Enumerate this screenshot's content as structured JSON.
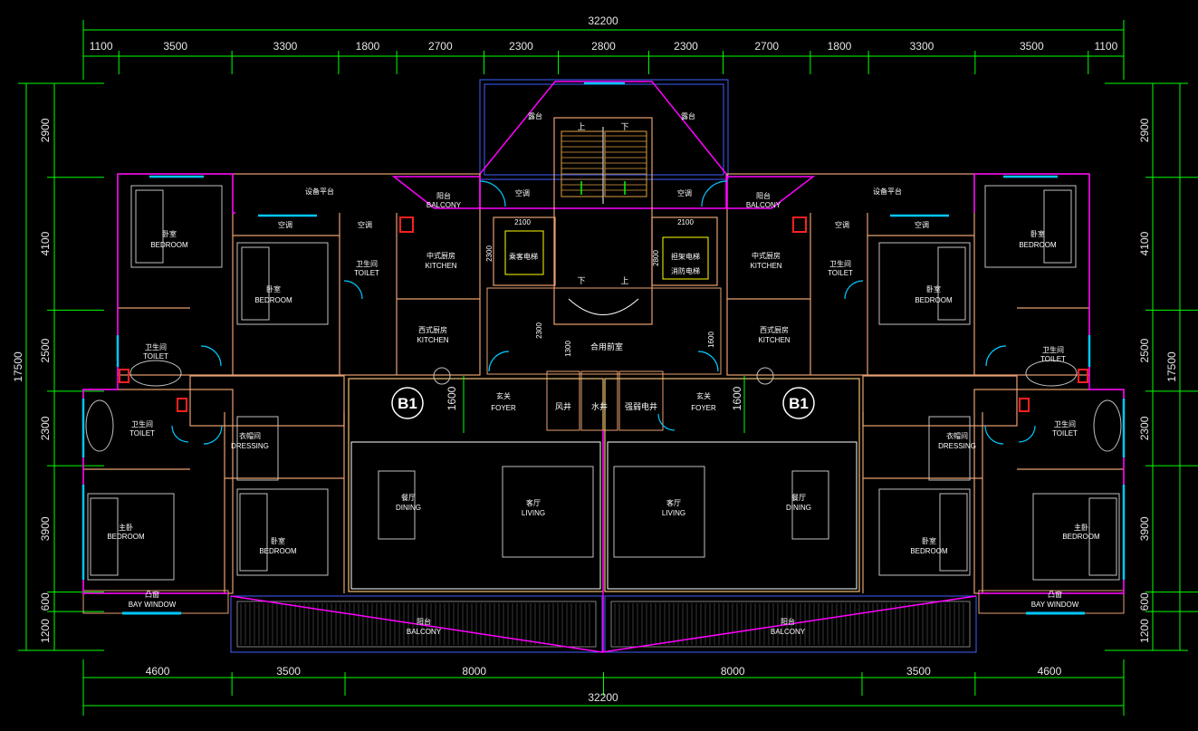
{
  "dims_top": {
    "total": "32200",
    "segments": [
      "1100",
      "3500",
      "3300",
      "1800",
      "2700",
      "2300",
      "2800",
      "2300",
      "2700",
      "1800",
      "3300",
      "3500",
      "1100"
    ]
  },
  "dims_bottom": {
    "total": "32200",
    "segments": [
      "4600",
      "3500",
      "8000",
      "8000",
      "3500",
      "4600"
    ]
  },
  "dims_left": {
    "total": "17500",
    "segments": [
      "2900",
      "4100",
      "2500",
      "2300",
      "3900",
      "600",
      "1200"
    ]
  },
  "dims_right": {
    "total": "17500",
    "segments": [
      "2900",
      "4100",
      "2500",
      "2300",
      "3900",
      "600",
      "1200"
    ]
  },
  "inner_dims": [
    "2100",
    "2100",
    "2300",
    "2800",
    "2300",
    "1300",
    "1600",
    "1600",
    "1600"
  ],
  "unit_label": "B1",
  "rooms": {
    "bedroom_cn": "卧室",
    "bedroom_en": "BEDROOM",
    "master_cn": "主卧",
    "toilet_cn": "卫生间",
    "toilet_en": "TOILET",
    "kitchen_cn": "中式厨房",
    "kitchen_en": "KITCHEN",
    "w_kitchen_cn": "西式厨房",
    "balcony_cn": "阳台",
    "balcony_en": "BALCONY",
    "foyer_cn": "玄关",
    "foyer_en": "FOYER",
    "dressing_cn": "衣帽间",
    "dressing_en": "DRESSING",
    "dining_cn": "餐厅",
    "dining_en": "DINING",
    "living_cn": "客厅",
    "living_en": "LIVING",
    "bay_cn": "凸窗",
    "bay_en": "BAY WINDOW",
    "equip": "设备平台",
    "stair_hall": "合用前室",
    "elevator1": "乘客电梯",
    "elevator2": "担架电梯",
    "fire_elev": "消防电梯",
    "shaft_wind": "风井",
    "shaft_water": "水井",
    "shaft_elec": "强弱电井",
    "aircon": "空调",
    "landing": "露台",
    "stair_up": "上",
    "stair_down": "下"
  },
  "colors": {
    "wall": "#e8a070",
    "partition": "#f0c070",
    "dim": "#00ff00",
    "window": "#00c8ff",
    "balcony": "#ff00ff",
    "furniture": "#c0c0c0"
  }
}
